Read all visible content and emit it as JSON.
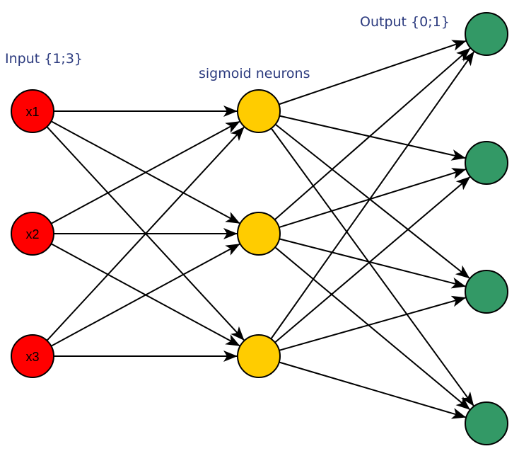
{
  "labels": {
    "input": "Input {1;3}",
    "hidden": "sigmoid neurons",
    "output": "Output {0;1}"
  },
  "layers": {
    "input": [
      "x1",
      "x2",
      "x3"
    ],
    "hidden_count": 3,
    "output_count": 4
  },
  "colors": {
    "input": "#ff0000",
    "hidden": "#ffcc00",
    "output": "#339966",
    "label_text": "#2b3a7e",
    "edge": "#000000"
  }
}
